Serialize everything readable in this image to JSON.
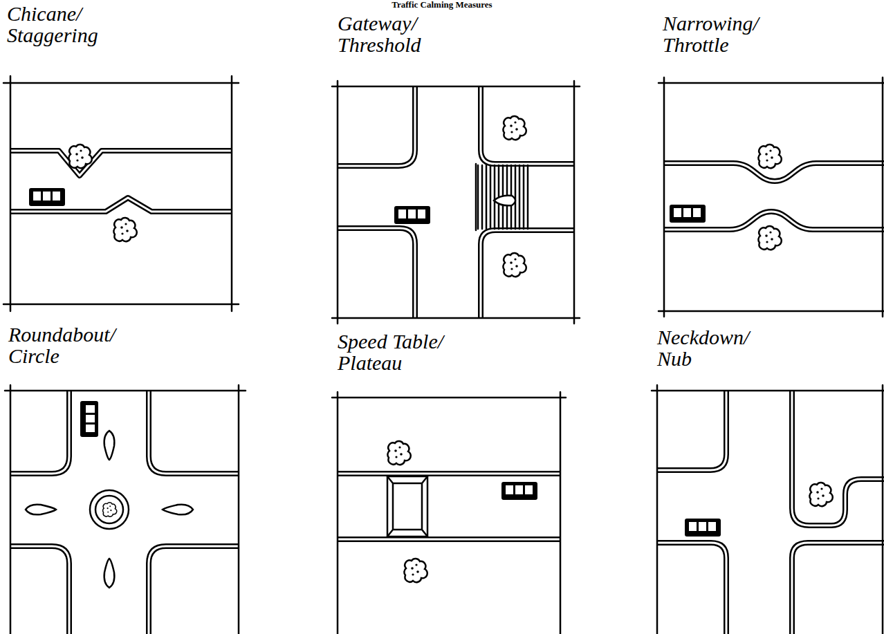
{
  "diagram": {
    "title": "Traffic Calming Measures",
    "nodes": [
      {
        "text": [
          "Chicane/ Staggering"
        ]
      },
      {
        "text": [
          "Gateway/ Threshold"
        ]
      },
      {
        "text": [
          "Narrowing/ Throttle"
        ]
      },
      {
        "text": [
          "Roundabout/ Circle"
        ]
      },
      {
        "text": [
          "Speed Table/ Plateau"
        ]
      },
      {
        "text": [
          "Neckdown/ Nub"
        ]
      }
    ],
    "edges": []
  }
}
